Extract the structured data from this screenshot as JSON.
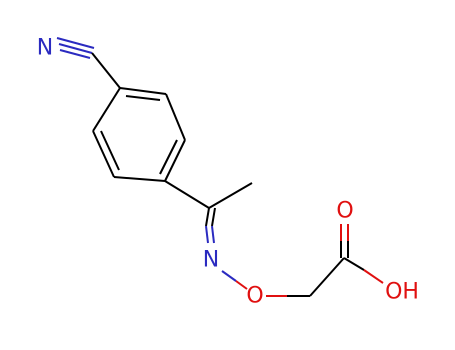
{
  "molecule": {
    "atoms": {
      "nitrile_n": {
        "label": "N",
        "color": "#2b2bc0"
      },
      "oxime_n": {
        "label": "N",
        "color": "#2b2bc0"
      },
      "ether_o": {
        "label": "O",
        "color": "#e01010"
      },
      "carbonyl_o": {
        "label": "O",
        "color": "#e01010"
      },
      "hydroxyl": {
        "label": "OH",
        "color": "#e01010"
      }
    },
    "colors": {
      "carbon_bond": "#000000",
      "nitrogen": "#2b2bc0",
      "oxygen": "#e01010",
      "background": "#ffffff"
    }
  }
}
